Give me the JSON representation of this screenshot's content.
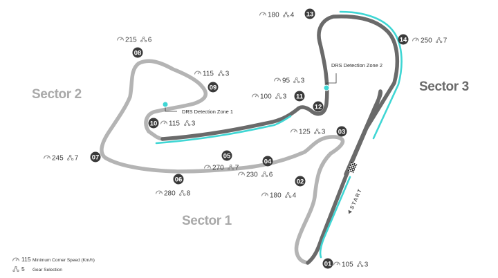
{
  "sectors": [
    {
      "label": "Sector 1"
    },
    {
      "label": "Sector 2"
    },
    {
      "label": "Sector 3"
    }
  ],
  "corners": [
    {
      "num": "01",
      "speed": "105",
      "gear": "3"
    },
    {
      "num": "02",
      "speed": "180",
      "gear": "4"
    },
    {
      "num": "03",
      "speed": "125",
      "gear": "3"
    },
    {
      "num": "04",
      "speed": "230",
      "gear": "6"
    },
    {
      "num": "05",
      "speed": "270",
      "gear": "7"
    },
    {
      "num": "06",
      "speed": "280",
      "gear": "8"
    },
    {
      "num": "07",
      "speed": "245",
      "gear": "7"
    },
    {
      "num": "08",
      "speed": "215",
      "gear": "6"
    },
    {
      "num": "09",
      "speed": "115",
      "gear": "3"
    },
    {
      "num": "10",
      "speed": "115",
      "gear": "3"
    },
    {
      "num": "11",
      "speed": "100",
      "gear": "3"
    },
    {
      "num": "12",
      "speed": "95",
      "gear": "3"
    },
    {
      "num": "13",
      "speed": "180",
      "gear": "4"
    },
    {
      "num": "14",
      "speed": "250",
      "gear": "7"
    }
  ],
  "drs": {
    "zone1": "DRS Detection Zone 1",
    "zone2": "DRS Detection Zone 2"
  },
  "start_label": "START",
  "legend": {
    "speed_value": "115",
    "speed_label": "Minimum Corner Speed (Km/h)",
    "gear_value": "5",
    "gear_label": "Gear Selection"
  },
  "colors": {
    "track_light": "#b4b4b4",
    "track_dark": "#6a6a6a",
    "drs": "#3fd6d4",
    "badge": "#3a3a3a"
  }
}
